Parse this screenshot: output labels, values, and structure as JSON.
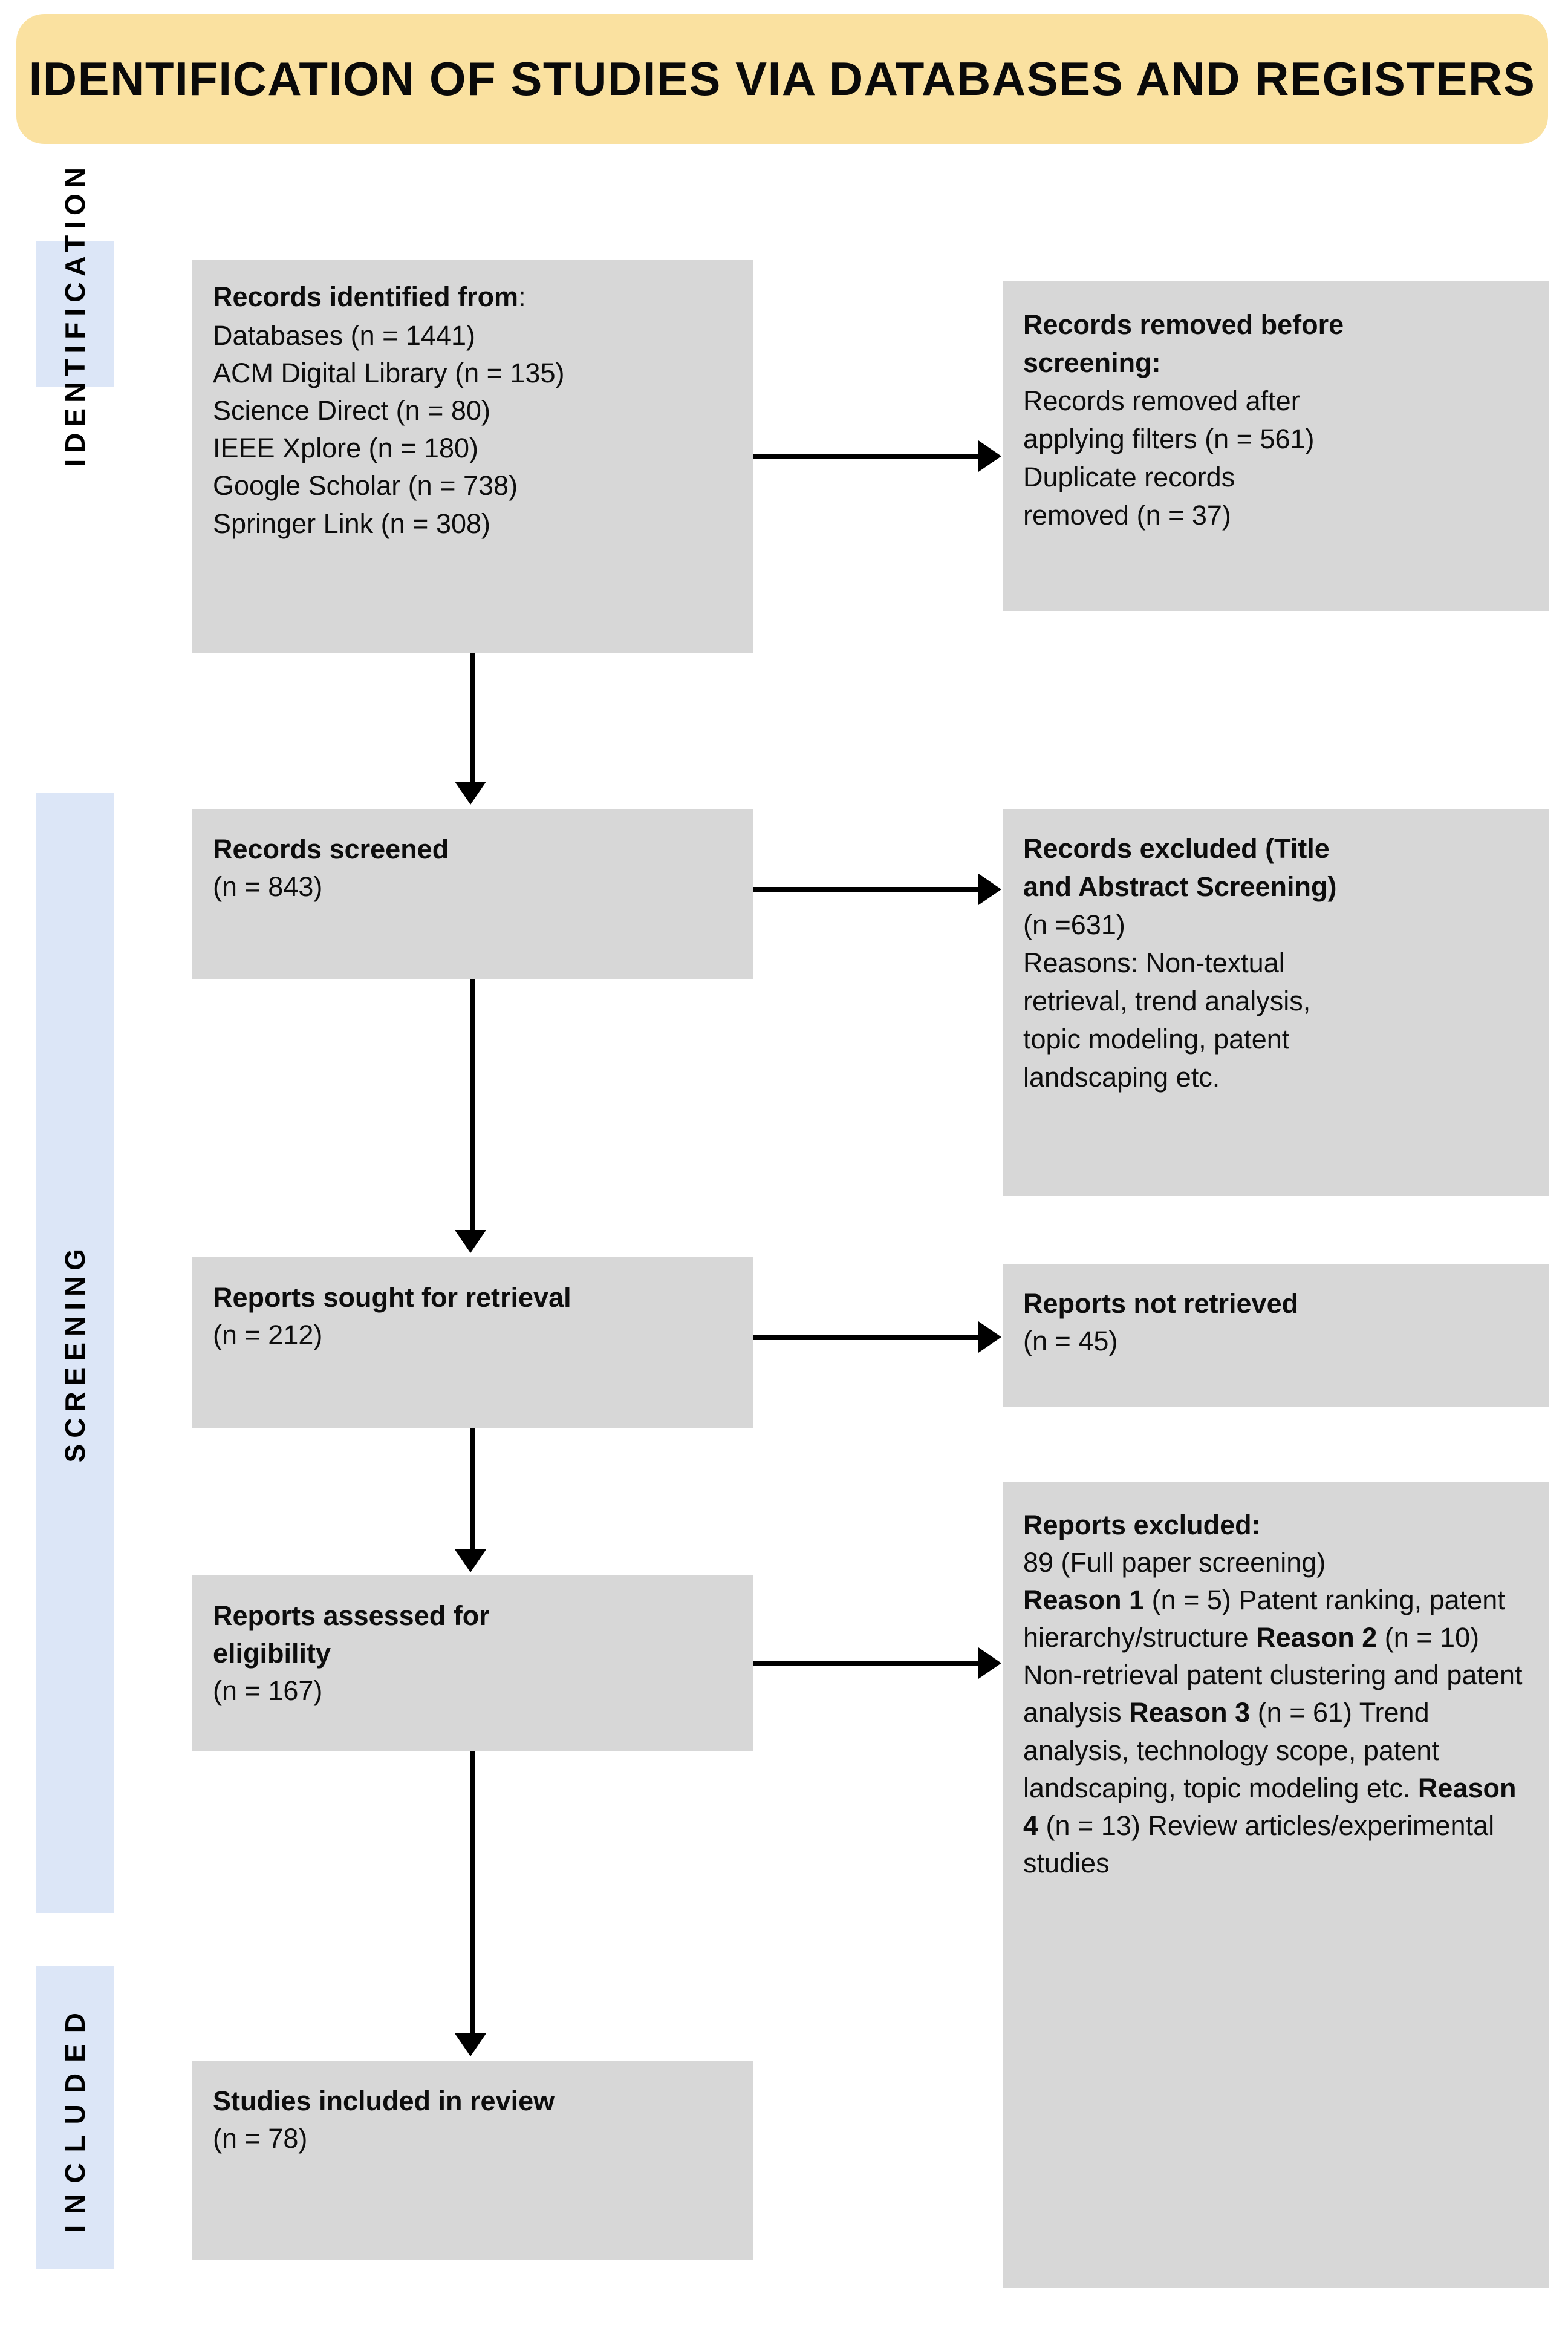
{
  "banner": {
    "title": "IDENTIFICATION OF STUDIES VIA DATABASES AND REGISTERS",
    "background_color": "#FAE1A0"
  },
  "colors": {
    "stage_bar": "#DCE6F7",
    "box_fill": "#D7D7D7",
    "connector": "#000000",
    "text": "#000000"
  },
  "stages": [
    {
      "id": "identification",
      "label": "IDENTIFICATION"
    },
    {
      "id": "screening",
      "label": "SCREENING"
    },
    {
      "id": "included",
      "label": "INCLUDED"
    }
  ],
  "boxes": {
    "identified": {
      "heading": "Records identified from",
      "heading_suffix": ":",
      "lines": [
        "Databases (n = 1441)",
        "ACM Digital Library (n = 135)",
        "Science Direct (n = 80)",
        "IEEE Xplore (n = 180)",
        "Google Scholar (n = 738)",
        "Springer Link (n = 308)"
      ]
    },
    "removed": {
      "heading_line1": "Records removed before",
      "heading_line2": "screening:",
      "lines": [
        "Records removed after",
        "applying filters (n = 561)",
        "Duplicate records",
        "removed (n = 37)"
      ]
    },
    "screened": {
      "heading": "Records screened",
      "count": "(n = 843)"
    },
    "excluded_title_abstract": {
      "heading_line1": "Records excluded (Title",
      "heading_line2": "and Abstract Screening)",
      "count": "(n =631)",
      "lines": [
        "Reasons: Non-textual",
        "retrieval, trend analysis,",
        "topic modeling, patent",
        "landscaping etc."
      ]
    },
    "sought": {
      "heading": "Reports sought for retrieval",
      "count": "(n = 212)"
    },
    "not_retrieved": {
      "heading": "Reports not retrieved",
      "count": "(n = 45)"
    },
    "eligibility": {
      "heading_line1": "Reports assessed for",
      "heading_line2": "eligibility",
      "count": "(n = 167)"
    },
    "excluded_full": {
      "heading": "Reports excluded:",
      "subtotal": "89 (Full paper screening)",
      "reasons": [
        {
          "label": "Reason 1",
          "body": " (n = 5) Patent ranking, patent hierarchy/structure"
        },
        {
          "label": "Reason 2",
          "body": " (n = 10) Non-retrieval patent clustering and patent analysis"
        },
        {
          "label": "Reason 3",
          "body": " (n = 61) Trend analysis, technology scope, patent landscaping, topic modeling etc."
        },
        {
          "label": "Reason 4",
          "body": " (n = 13) Review articles/experimental studies"
        }
      ]
    },
    "included": {
      "heading": "Studies included in review",
      "count": "(n = 78)"
    }
  }
}
